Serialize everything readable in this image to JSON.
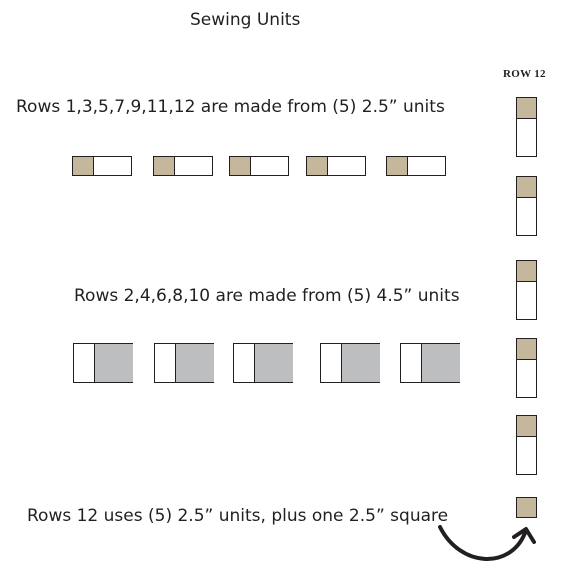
{
  "title": "Sewing Units",
  "row12_label": "ROW 12",
  "labels": {
    "odd_rows": "Rows 1,3,5,7,9,11,12 are made from (5) 2.5” units",
    "even_rows": "Rows 2,4,6,8,10 are made from (5) 4.5” units",
    "row12": "Rows 12 uses (5) 2.5” units, plus one 2.5” square"
  },
  "colors": {
    "tan": "#c4b79c",
    "gray": "#bcbec0",
    "line": "#231f20"
  }
}
